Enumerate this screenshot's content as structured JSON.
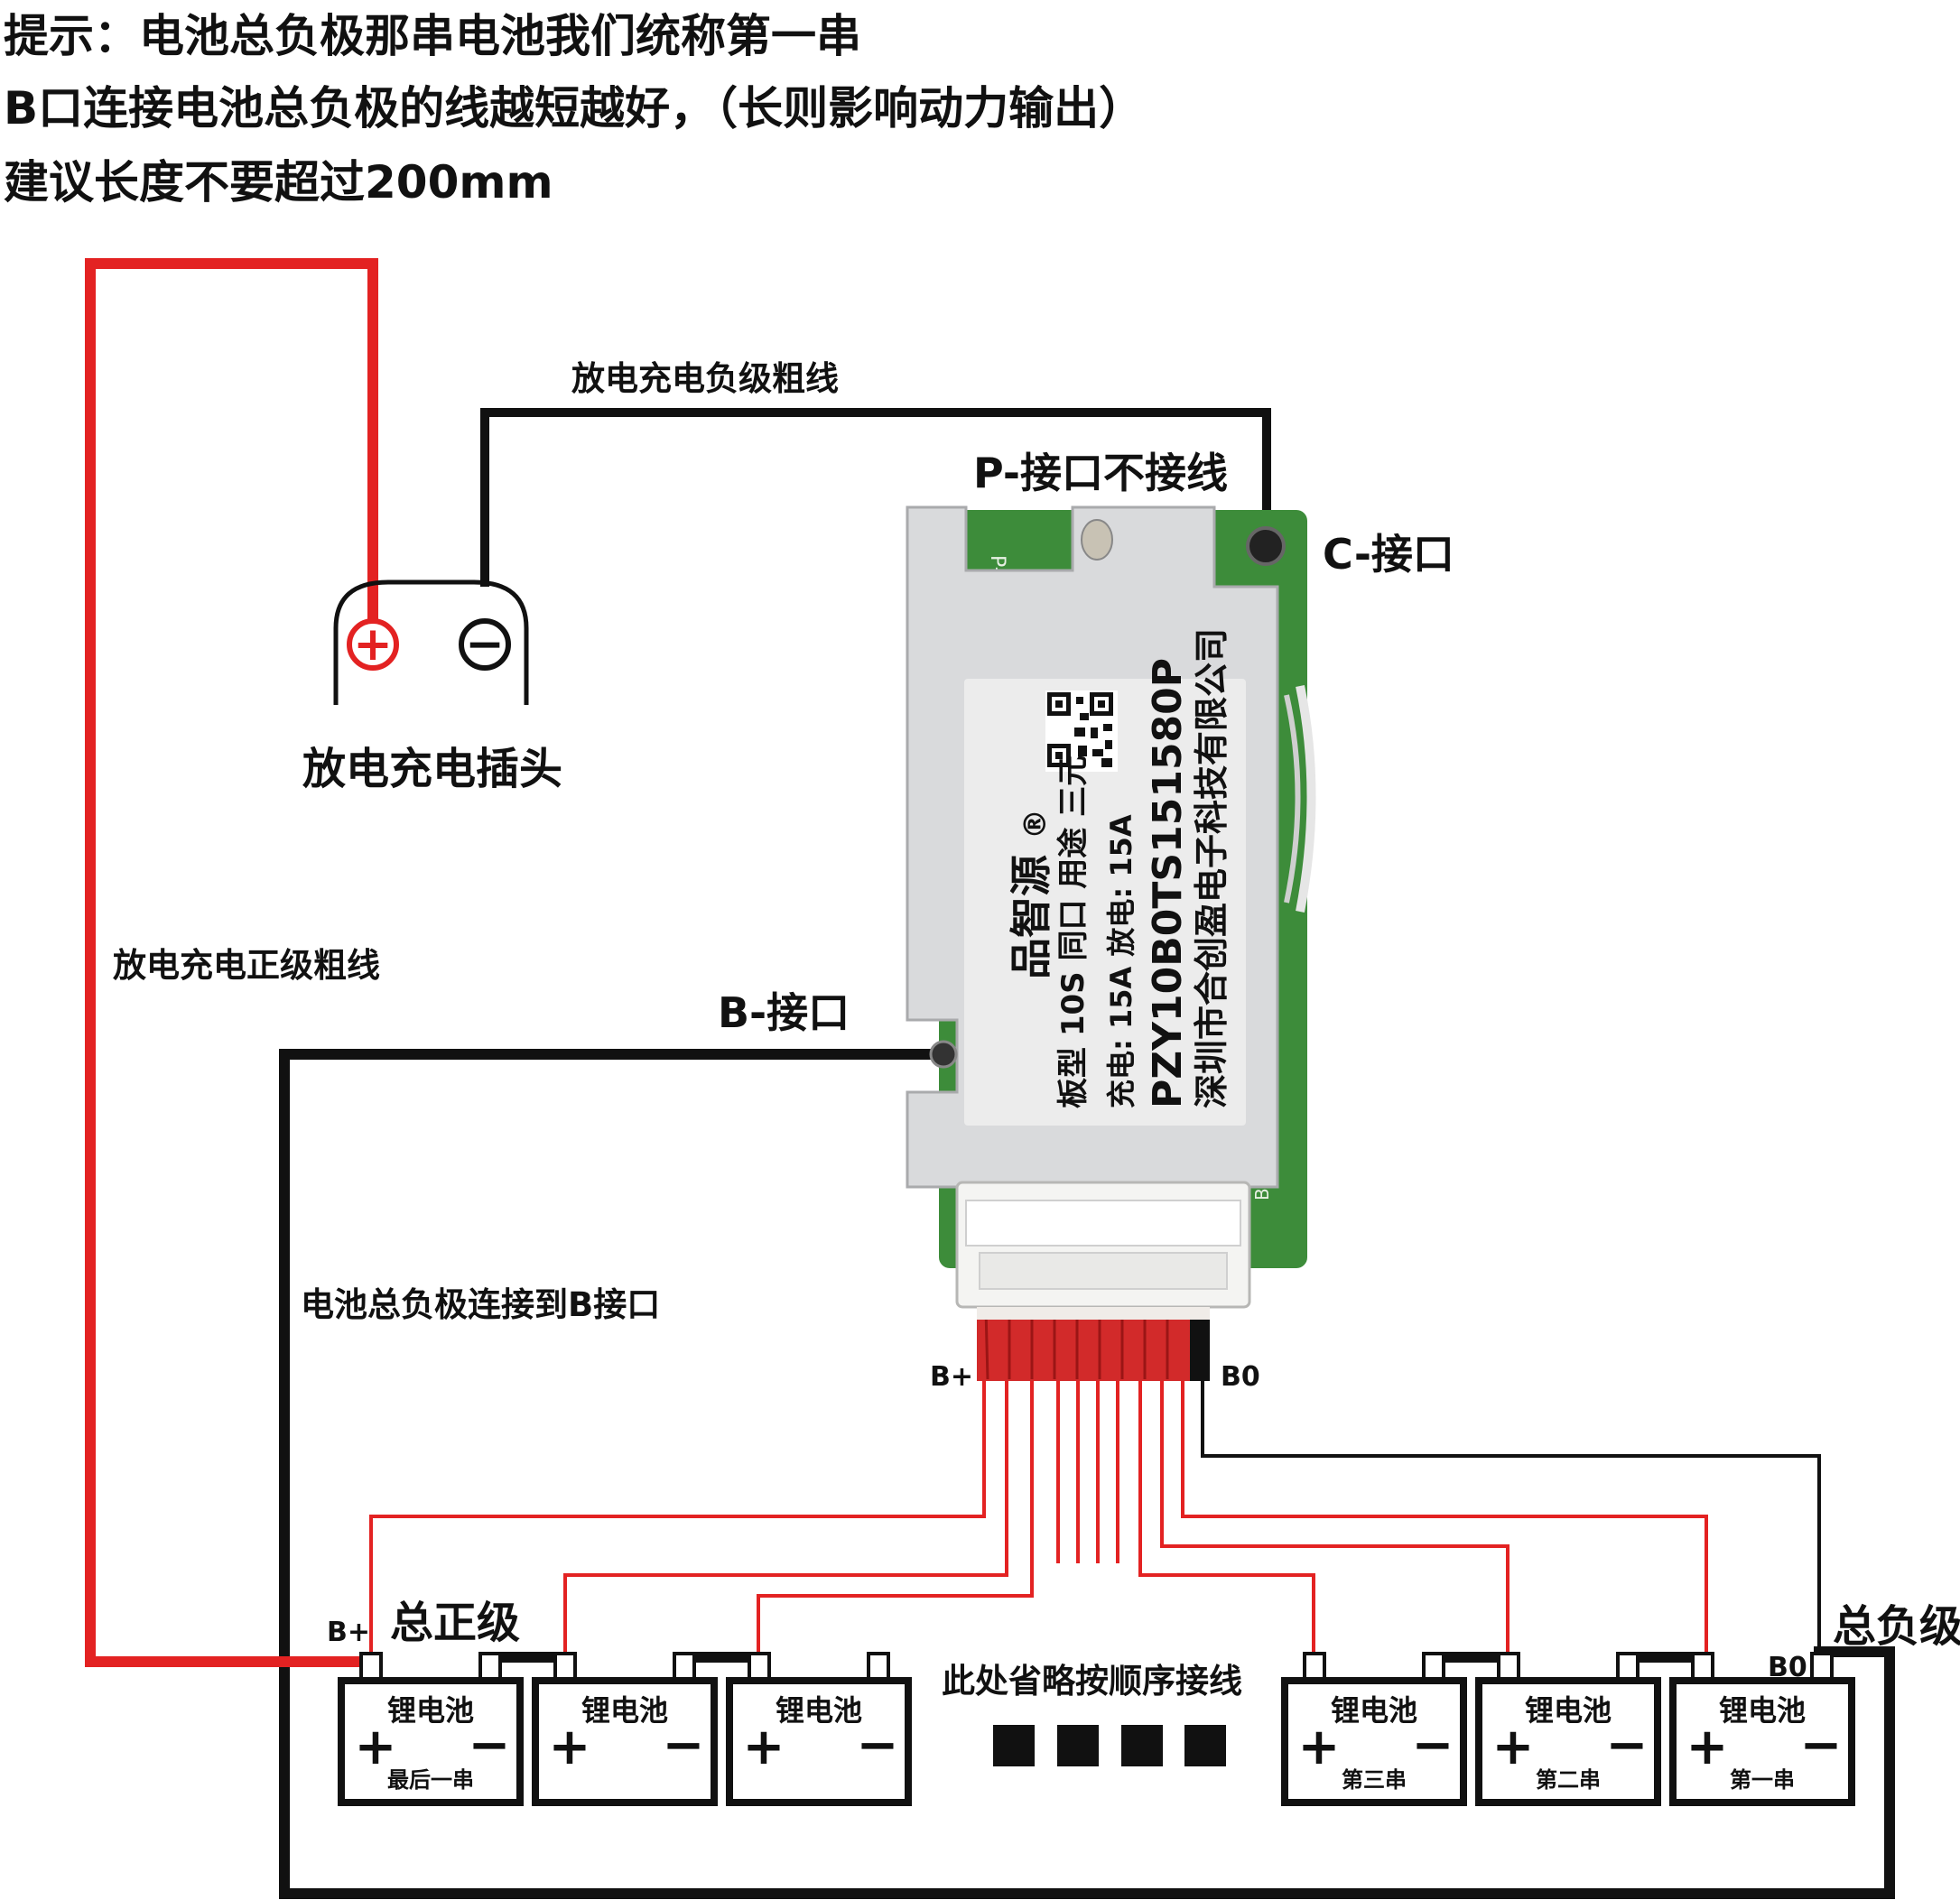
{
  "notes": [
    "提示：电池总负极那串电池我们统称第一串",
    "B口连接电池总负极的线越短越好，（长则影响动力输出）",
    "建议长度不要超过200mm"
  ],
  "labels": {
    "discharge_neg_wire": "放电充电负级粗线",
    "discharge_pos_wire": "放电充电正级粗线",
    "p_port": "P-接口不接线",
    "c_port": "C-接口",
    "b_port": "B-接口",
    "plug": "放电充电插头",
    "plug_plus": "+",
    "plug_minus": "−",
    "b_to_neg": "电池总负极连接到B接口",
    "b_plus_wire": "B+",
    "b0_wire": "B0",
    "b_plus_batt": "B+",
    "b0_batt": "B0",
    "total_pos": "总正级",
    "total_neg": "总负级",
    "omitted": "此处省略按顺序接线"
  },
  "board": {
    "brand": "品智源",
    "registered": "®",
    "spec_line": "板型 10S 同口  用途 三元",
    "current_line": "充电: 15A  放电: 15A",
    "model": "PZY10B0TS151580P",
    "company": "深圳市合创盈电子科技有限公司",
    "pcb_p": "P-",
    "pcb_b": "B-"
  },
  "batteries": [
    {
      "label": "锂电池",
      "plus": "+",
      "minus": "−",
      "series": "最后一串"
    },
    {
      "label": "锂电池",
      "plus": "+",
      "minus": "−",
      "series": ""
    },
    {
      "label": "锂电池",
      "plus": "+",
      "minus": "−",
      "series": ""
    },
    {
      "label": "锂电池",
      "plus": "+",
      "minus": "−",
      "series": "第三串"
    },
    {
      "label": "锂电池",
      "plus": "+",
      "minus": "−",
      "series": "第二串"
    },
    {
      "label": "锂电池",
      "plus": "+",
      "minus": "−",
      "series": "第一串"
    }
  ],
  "colors": {
    "red_wire": "#e32222",
    "black_wire": "#111111",
    "pcb_green": "#3d8c3a",
    "metal_cover": "#d9dadc",
    "label_sticker": "#ececec"
  }
}
